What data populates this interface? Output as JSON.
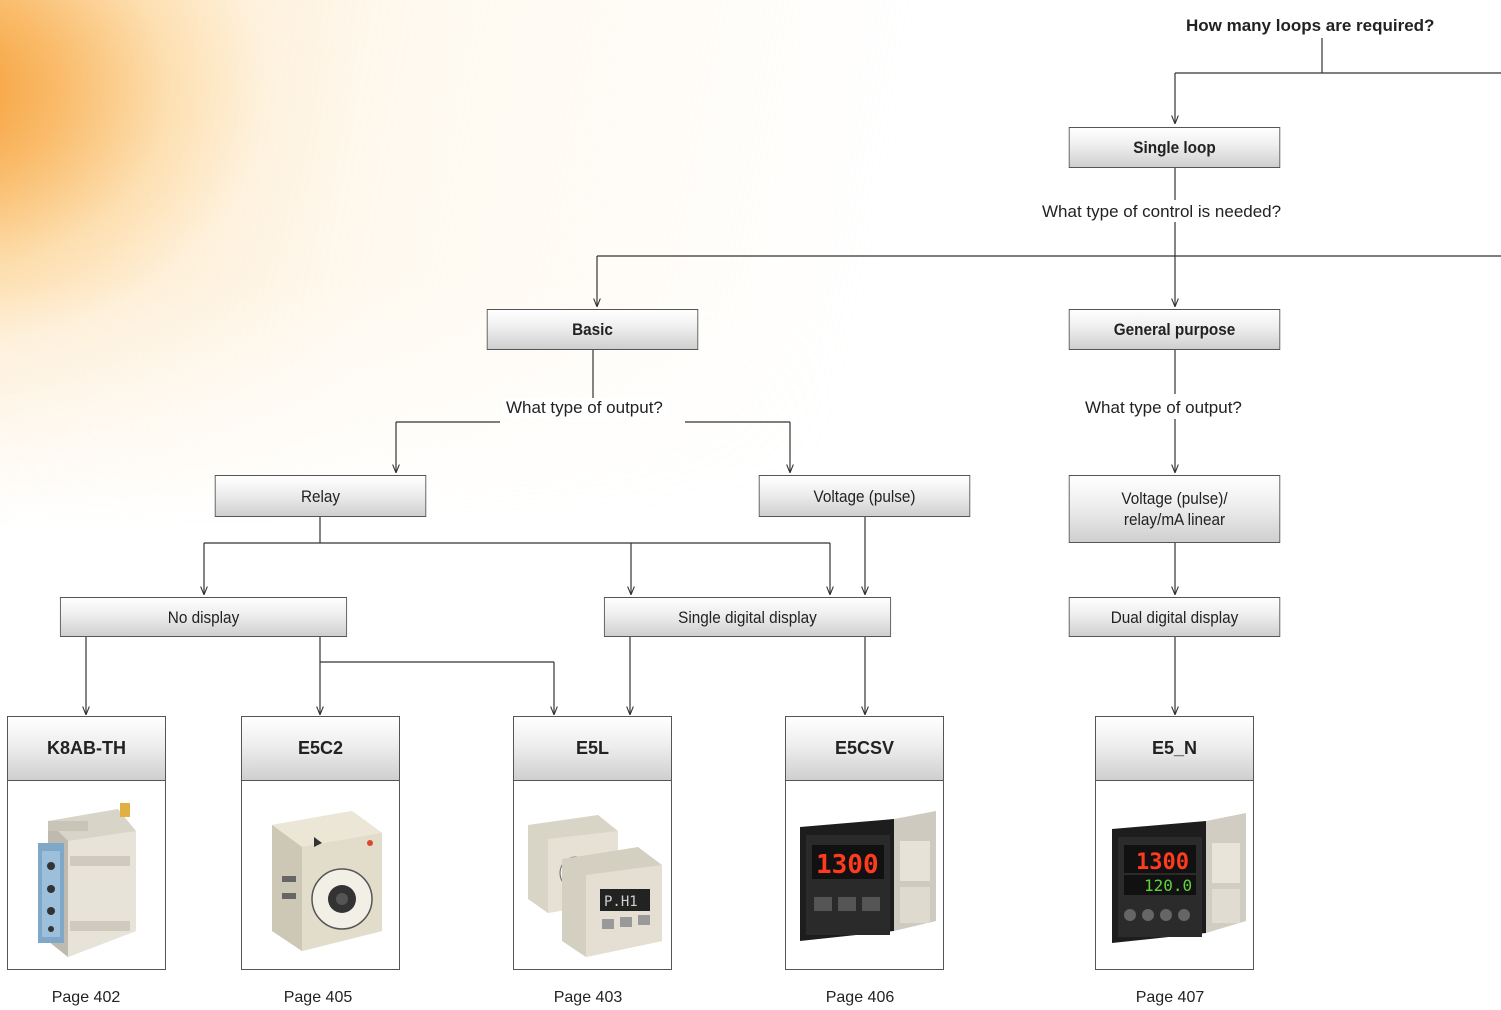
{
  "questions": {
    "loops": "How many loops are required?",
    "control": "What type of control is needed?",
    "output_basic": "What type of output?",
    "output_general": "What type of output?"
  },
  "nodes": {
    "single_loop": "Single loop",
    "basic": "Basic",
    "general_purpose": "General purpose",
    "relay": "Relay",
    "voltage_pulse": "Voltage (pulse)",
    "vp_line1": "Voltage (pulse)/",
    "vp_line2": "relay/mA linear",
    "no_display": "No display",
    "single_digital_display": "Single digital display",
    "dual_digital_display": "Dual digital display"
  },
  "products": [
    {
      "name": "K8AB-TH",
      "page": "Page 402",
      "icon": "din-rail-relay-image"
    },
    {
      "name": "E5C2",
      "page": "Page 405",
      "icon": "dial-controller-image"
    },
    {
      "name": "E5L",
      "page": "Page 403",
      "icon": "dual-controller-image"
    },
    {
      "name": "E5CSV",
      "page": "Page 406",
      "icon": "digital-controller-image"
    },
    {
      "name": "E5_N",
      "page": "Page 407",
      "icon": "dual-display-controller-image"
    }
  ],
  "colors": {
    "line": "#333333",
    "box_border": "#555555",
    "accent_orange": "#f59628",
    "display_red": "#ff3b1f",
    "display_green": "#5fd43a"
  }
}
